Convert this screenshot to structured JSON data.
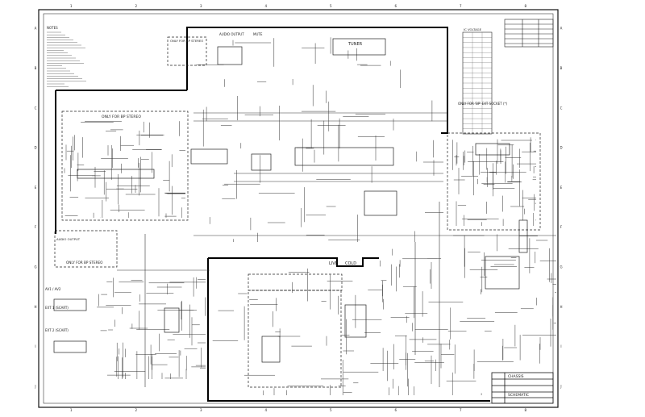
{
  "title": "Schematic Diagram",
  "border_letters": [
    "A",
    "B",
    "C",
    "D",
    "E",
    "F",
    "G",
    "H",
    "I",
    "J"
  ],
  "border_numbers": [
    "1",
    "2",
    "3",
    "4",
    "5",
    "6",
    "7",
    "8"
  ],
  "notes_heading": "NOTES",
  "blocks": {
    "audio_output": "AUDIO OUTPUT",
    "mute": "MUTE",
    "tuner": "TUNER",
    "stereo_top": "ONLY FOR BP STEREO",
    "stereo_left": "ONLY FOR BP STEREO",
    "stereo_bottom": "ONLY FOR BP STEREO",
    "audio_output_left": "AUDIO OUTPUT",
    "side_connector": "ONLY FOR 'BP' EXT SOCKET (*)",
    "live": "LIVE",
    "cold": "COLD",
    "av_in": "AV1 / AV2",
    "scart1": "EXT 1 (SCART)",
    "scart2": "EXT 2 (SCART)"
  },
  "table_heading": "IC VOLTAGE",
  "title_block": {
    "line1": "CHASSIS",
    "line2": "SCHEMATIC"
  },
  "colors": {
    "ink": "#222222",
    "frame": "#111111",
    "thick_border": "#000000"
  }
}
